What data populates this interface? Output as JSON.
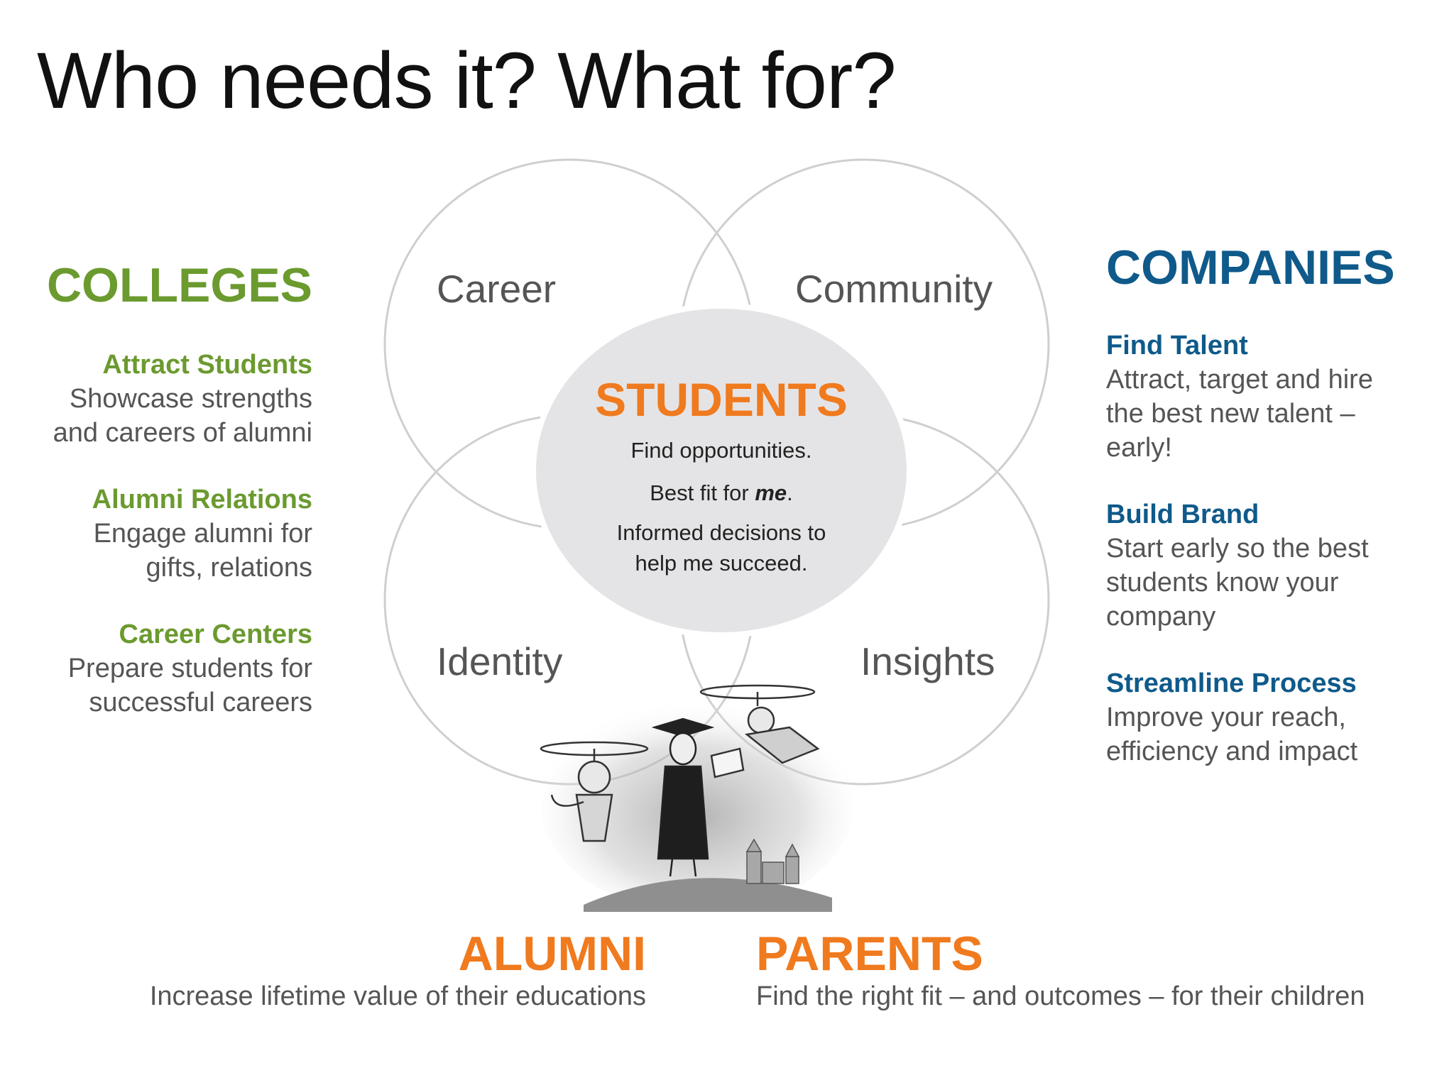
{
  "title": "Who needs it?  What for?",
  "colleges": {
    "heading": "COLLEGES",
    "items": [
      {
        "title": "Attract Students",
        "desc": [
          "Showcase strengths",
          "and careers of alumni"
        ]
      },
      {
        "title": "Alumni Relations",
        "desc": [
          "Engage alumni for",
          "gifts, relations"
        ]
      },
      {
        "title": "Career Centers",
        "desc": [
          "Prepare students for",
          "successful careers"
        ]
      }
    ]
  },
  "companies": {
    "heading": "COMPANIES",
    "items": [
      {
        "title": "Find Talent",
        "desc": [
          "Attract, target and hire",
          "the best new talent –",
          "early!"
        ]
      },
      {
        "title": "Build Brand",
        "desc": [
          "Start early so the best",
          "students know your",
          "company"
        ]
      },
      {
        "title": "Streamline Process",
        "desc": [
          "Improve your reach,",
          "efficiency and impact"
        ]
      }
    ]
  },
  "venn": {
    "career": "Career",
    "community": "Community",
    "identity": "Identity",
    "insights": "Insights"
  },
  "students": {
    "heading": "STUDENTS",
    "line1": "Find opportunities.",
    "line2_prefix": "Best fit for ",
    "line2_emphasis": "me",
    "line2_suffix": ".",
    "line3": "Informed decisions to",
    "line4": "help me succeed."
  },
  "alumni": {
    "heading": "ALUMNI",
    "desc": "Increase lifetime value of their educations"
  },
  "parents": {
    "heading": "PARENTS",
    "desc": "Find the right fit – and outcomes – for their children"
  },
  "colors": {
    "colleges": "#6b9a2f",
    "companies": "#0f5a8a",
    "students": "#f07a1e",
    "circle_stroke": "#cfcfcf",
    "center_fill": "#e4e4e6"
  }
}
